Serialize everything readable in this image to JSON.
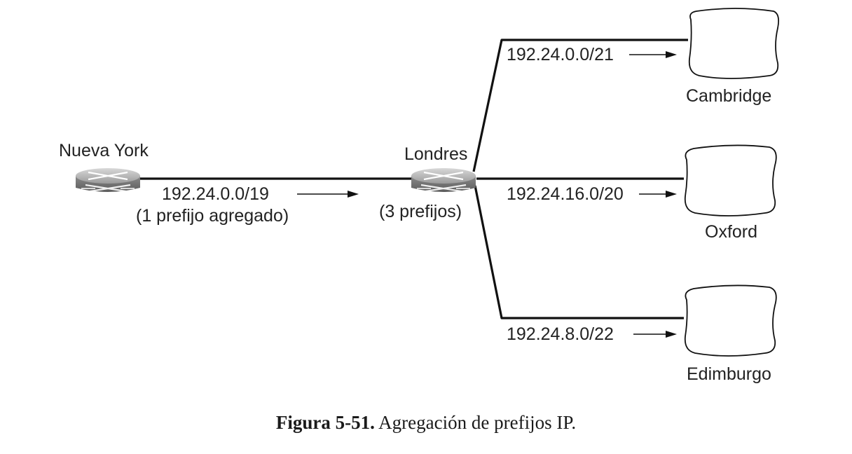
{
  "routers": {
    "newyork": {
      "name": "Nueva York"
    },
    "london": {
      "name": "Londres",
      "note": "(3 prefijos)"
    }
  },
  "main_link": {
    "prefix": "192.24.0.0/19",
    "note": "(1 prefijo agregado)"
  },
  "branches": [
    {
      "prefix": "192.24.0.0/21",
      "site": "Cambridge"
    },
    {
      "prefix": "192.24.16.0/20",
      "site": "Oxford"
    },
    {
      "prefix": "192.24.8.0/22",
      "site": "Edimburgo"
    }
  ],
  "caption": {
    "number": "Figura 5-51.",
    "text": "Agregación de prefijos IP."
  }
}
